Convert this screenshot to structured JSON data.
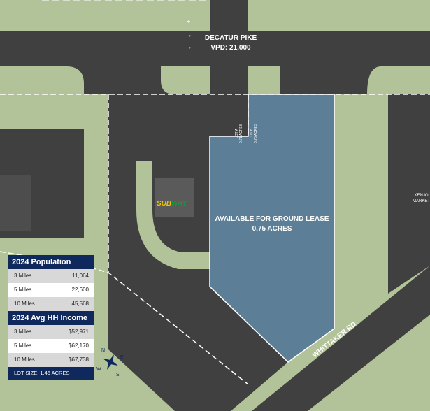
{
  "road_north": {
    "name": "DECATUR PIKE",
    "traffic": "VPD: 21,000"
  },
  "road_south": {
    "name": "WHITTAKER RD."
  },
  "parcel": {
    "title": "AVAILABLE FOR GROUND LEASE",
    "size": "0.75 ACRES"
  },
  "lots": [
    {
      "name": "LOT A",
      "size": "0.71 ACRES"
    },
    {
      "name": "LOT B",
      "size": "0.75 ACRES"
    }
  ],
  "tenant": {
    "name": "SUBWAY",
    "sub": "SUB",
    "way": "WAY"
  },
  "neighbor": "KENJO MARKETS",
  "population": {
    "title": "2024 Population",
    "rows": [
      {
        "label": "3 Miles",
        "value": "11,064"
      },
      {
        "label": "5 Miles",
        "value": "22,600"
      },
      {
        "label": "10 Miles",
        "value": "45,568"
      }
    ]
  },
  "income": {
    "title": "2024 Avg HH Income",
    "rows": [
      {
        "label": "3 Miles",
        "value": "$52,971"
      },
      {
        "label": "5 Miles",
        "value": "$62,170"
      },
      {
        "label": "10 Miles",
        "value": "$67,738"
      }
    ]
  },
  "lot_size": "LOT SIZE: 1.46 ACRES",
  "compass": {
    "n": "N",
    "e": "E",
    "s": "S",
    "w": "W"
  },
  "colors": {
    "grass": "#b3c399",
    "asphalt": "#404040",
    "parcel": "#5c7f97",
    "navy": "#10295c",
    "subway_yellow": "#f2c200",
    "subway_green": "#0f9a3c"
  }
}
